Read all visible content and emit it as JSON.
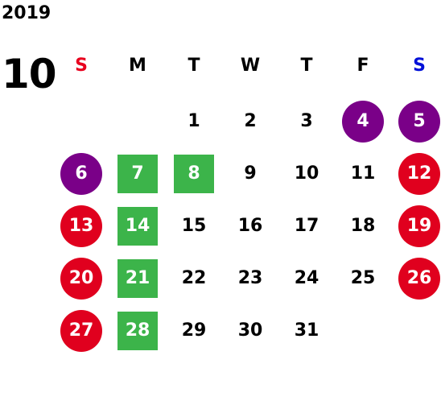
{
  "year": "2019",
  "month": "10",
  "colors": {
    "sunday_label": "#e8001e",
    "saturday_label": "#0010d8",
    "holiday_red": "#e0001e",
    "purple": "#7a0088",
    "green": "#3cb44a"
  },
  "weekdays": [
    "S",
    "M",
    "T",
    "W",
    "T",
    "F",
    "S"
  ],
  "weeks": [
    [
      {
        "day": "",
        "style": "plain"
      },
      {
        "day": "",
        "style": "plain"
      },
      {
        "day": "1",
        "style": "plain"
      },
      {
        "day": "2",
        "style": "plain"
      },
      {
        "day": "3",
        "style": "plain"
      },
      {
        "day": "4",
        "style": "purple-circle"
      },
      {
        "day": "5",
        "style": "purple-circle"
      }
    ],
    [
      {
        "day": "6",
        "style": "purple-circle"
      },
      {
        "day": "7",
        "style": "green-square"
      },
      {
        "day": "8",
        "style": "green-square"
      },
      {
        "day": "9",
        "style": "plain"
      },
      {
        "day": "10",
        "style": "plain"
      },
      {
        "day": "11",
        "style": "plain"
      },
      {
        "day": "12",
        "style": "red-circle"
      }
    ],
    [
      {
        "day": "13",
        "style": "red-circle"
      },
      {
        "day": "14",
        "style": "green-square"
      },
      {
        "day": "15",
        "style": "plain"
      },
      {
        "day": "16",
        "style": "plain"
      },
      {
        "day": "17",
        "style": "plain"
      },
      {
        "day": "18",
        "style": "plain"
      },
      {
        "day": "19",
        "style": "red-circle"
      }
    ],
    [
      {
        "day": "20",
        "style": "red-circle"
      },
      {
        "day": "21",
        "style": "green-square"
      },
      {
        "day": "22",
        "style": "plain"
      },
      {
        "day": "23",
        "style": "plain"
      },
      {
        "day": "24",
        "style": "plain"
      },
      {
        "day": "25",
        "style": "plain"
      },
      {
        "day": "26",
        "style": "red-circle"
      }
    ],
    [
      {
        "day": "27",
        "style": "red-circle"
      },
      {
        "day": "28",
        "style": "green-square"
      },
      {
        "day": "29",
        "style": "plain"
      },
      {
        "day": "30",
        "style": "plain"
      },
      {
        "day": "31",
        "style": "plain"
      },
      {
        "day": "",
        "style": "plain"
      },
      {
        "day": "",
        "style": "plain"
      }
    ]
  ]
}
